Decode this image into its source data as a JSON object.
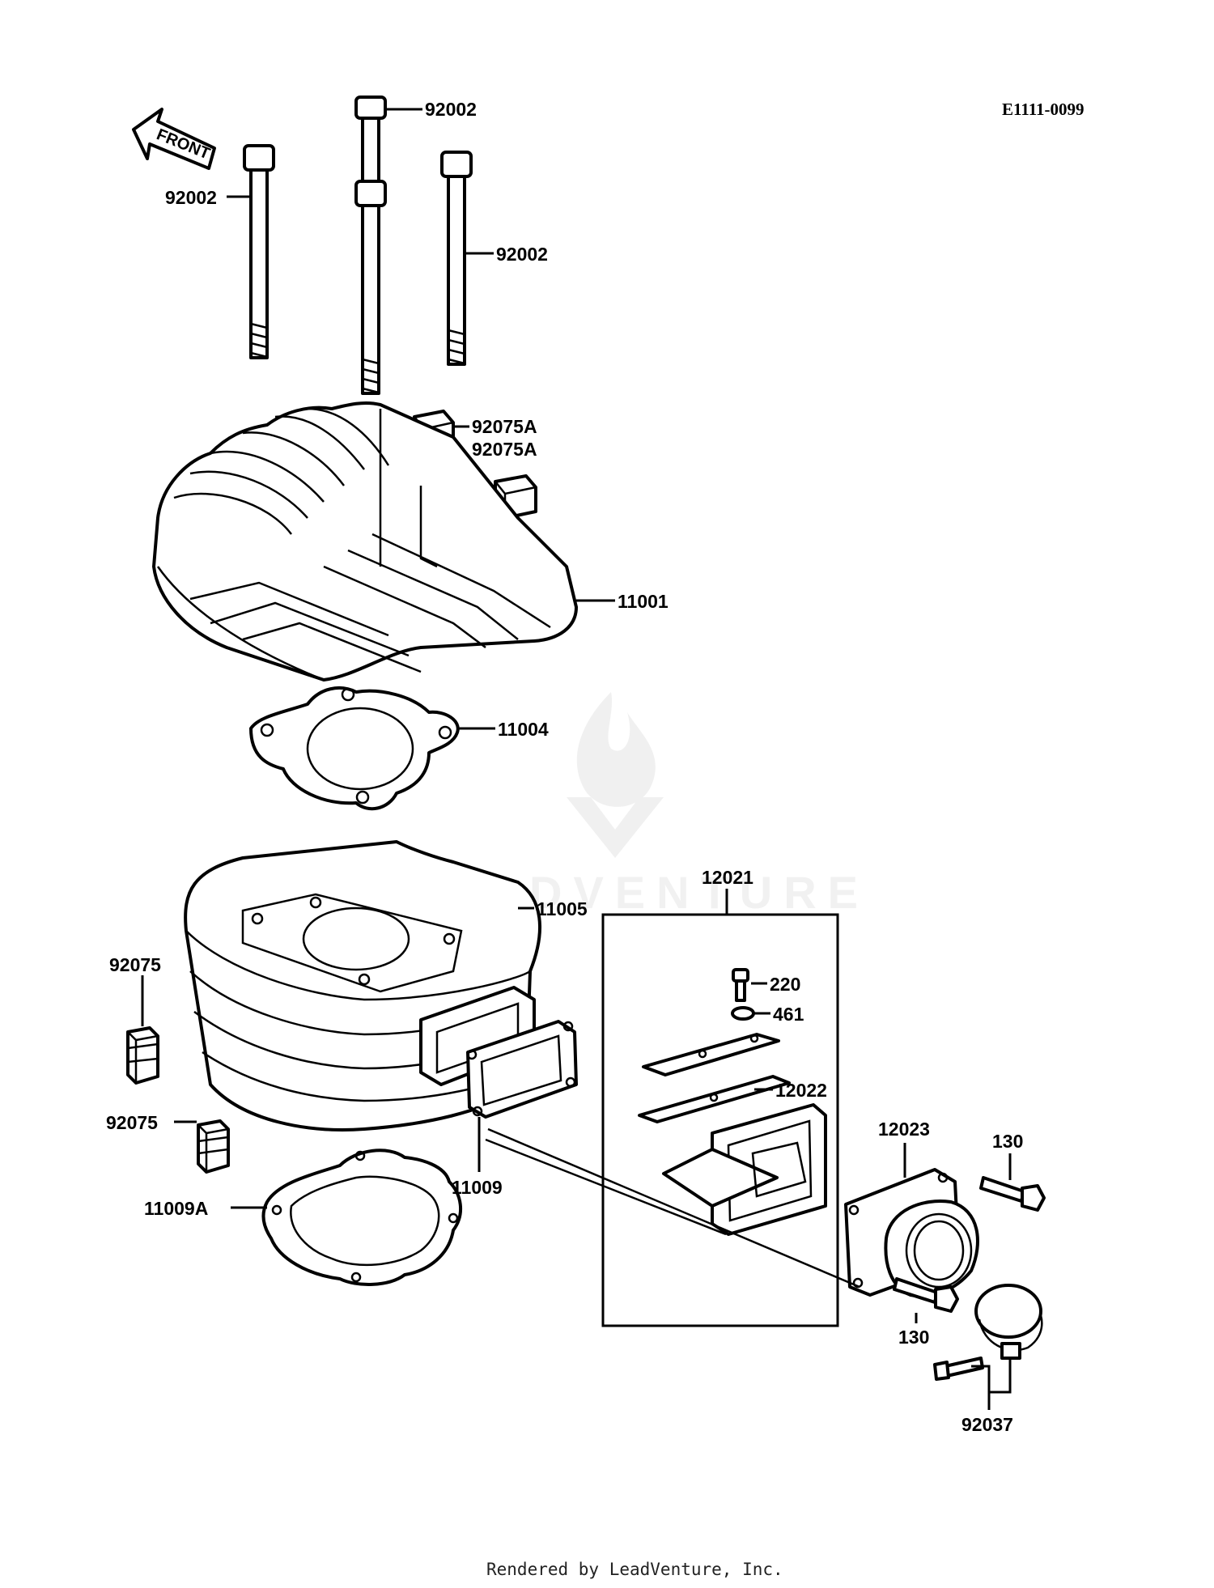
{
  "diagram": {
    "code": "E1111-0099",
    "front_label": "FRONT",
    "watermark": "LEADVENTURE",
    "footer": "Rendered by LeadVenture, Inc.",
    "callouts": {
      "bolt_a": "92002",
      "bolt_b": "92002",
      "bolt_c": "92002",
      "damper_a": "92075A",
      "damper_b": "92075A",
      "head": "11001",
      "head_gasket": "11004",
      "cylinder": "11005",
      "damper_c": "92075",
      "damper_d": "92075",
      "base_gasket": "11009A",
      "reed_gasket": "11009",
      "reed_assy": "12021",
      "screw": "220",
      "washer": "461",
      "reed": "12022",
      "manifold": "12023",
      "bolt_top": "130",
      "bolt_bottom": "130",
      "clamp": "92037"
    }
  }
}
